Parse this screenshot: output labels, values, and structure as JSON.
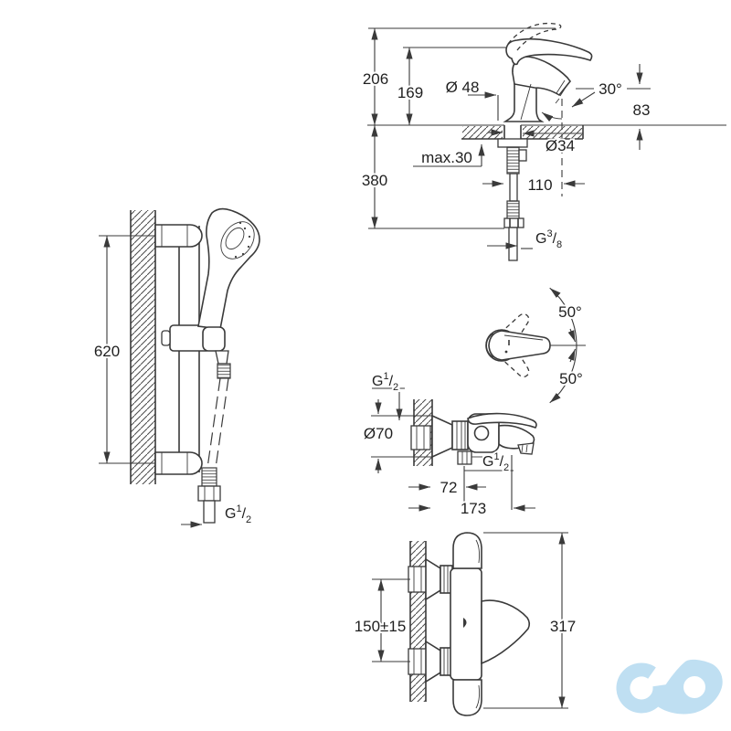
{
  "sheet": {
    "background": "#ffffff"
  },
  "colors": {
    "line": "#3a3a3a",
    "text": "#1f1f1f",
    "logo_blue": "#bfdff2"
  },
  "drawings": {
    "basin_mixer": {
      "labels": {
        "dim_206": "206",
        "dim_169": "169",
        "dia_48": "Ø 48",
        "angle_30": "30°",
        "dim_83": "83",
        "max_30": "max.30",
        "dia_34": "Ø34",
        "dim_380": "380",
        "dim_110": "110",
        "thread_g38": {
          "g": "G",
          "num": "3",
          "slash": "/",
          "den": "8"
        }
      }
    },
    "shower_rail": {
      "labels": {
        "dim_620": "620",
        "thread_g12": {
          "g": "G",
          "num": "1",
          "slash": "/",
          "den": "2"
        }
      }
    },
    "bath_mixer": {
      "labels": {
        "angle_top": "50°",
        "angle_bottom": "50°",
        "thread_wall_g12": {
          "g": "G",
          "num": "1",
          "slash": "/",
          "den": "2"
        },
        "dia_70": "Ø70",
        "thread_outlet_g12": {
          "g": "G",
          "num": "1",
          "slash": "/",
          "den": "2"
        },
        "dim_72": "72",
        "dim_173": "173"
      }
    },
    "thermostat": {
      "labels": {
        "dim_150": "150±15",
        "dim_317": "317"
      }
    }
  }
}
